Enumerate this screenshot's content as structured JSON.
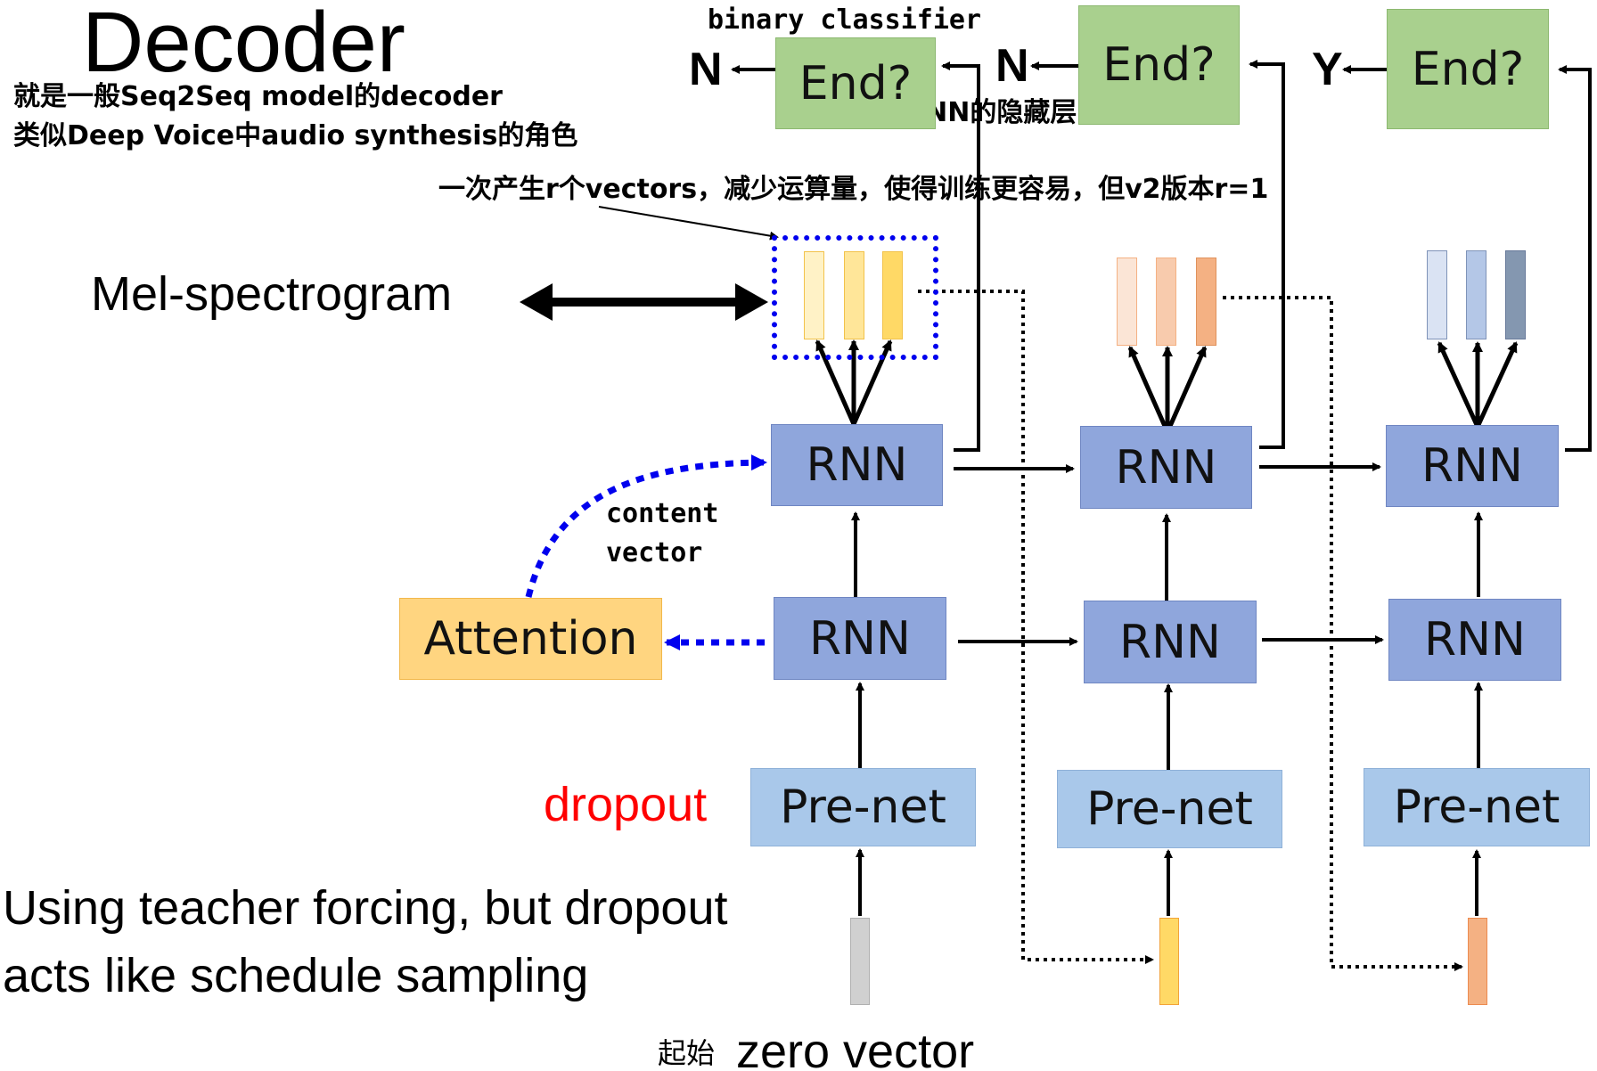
{
  "title": "Decoder",
  "notes": {
    "line1": "就是一般Seq2Seq model的decoder",
    "line2": "类似Deep Voice中audio synthesis的角色",
    "rframe": "一次产生r个vectors，减少运算量，使得训练更容易，但v2版本r=1"
  },
  "labels": {
    "binary_classifier": "binary classifier",
    "rnn_hidden": "输入RNN的隐藏层",
    "mel": "Mel-spectrogram",
    "content_vector_1": "content",
    "content_vector_2": "vector",
    "dropout": "dropout",
    "teacher_1": "Using teacher forcing, but dropout",
    "teacher_2": "acts like schedule sampling",
    "zero_prefix": "起始",
    "zero_vector": "zero vector"
  },
  "nodes": {
    "end_label": "End?",
    "rnn_label": "RNN",
    "prenet_label": "Pre-net",
    "attention_label": "Attention"
  },
  "stop_outputs": [
    "N",
    "N",
    "Y"
  ],
  "colors": {
    "rnn": "#8fa6dc",
    "prenet": "#a9c8ea",
    "end": "#a9d08e",
    "attention": "#ffd580",
    "attention_arrow": "#0000ee",
    "dropout_text": "#ff0000",
    "frames_step1": [
      "#fff2c6",
      "#ffe699",
      "#ffd966"
    ],
    "frames_step2": [
      "#fbe5d6",
      "#f8cbad",
      "#f4b183"
    ],
    "frames_step3": [
      "#dae3f3",
      "#b4c7e7",
      "#8497b0"
    ],
    "zero_input": "#d0d0d0"
  }
}
